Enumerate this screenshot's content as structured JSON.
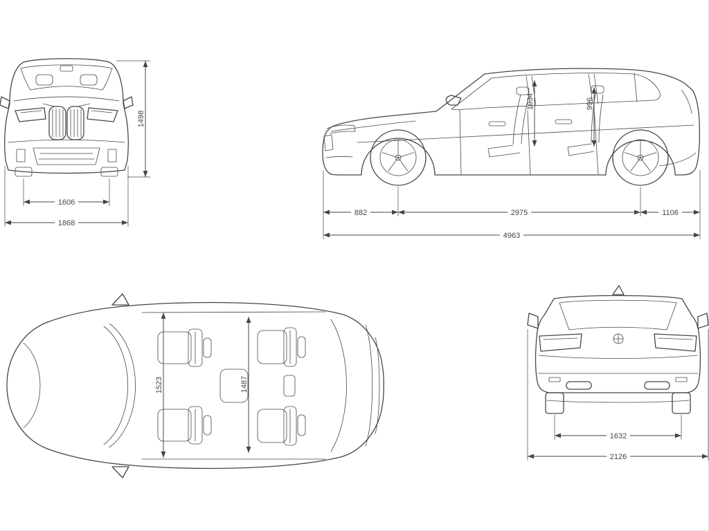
{
  "colors": {
    "line": "#41464c",
    "background": "#ffffff"
  },
  "icons": {
    "badge": "bmw-roundel",
    "antenna": "shark-fin-antenna"
  },
  "views": {
    "front": {
      "name": "front-view",
      "dims": {
        "height": "1498",
        "track_front": "1606",
        "body_width": "1868"
      }
    },
    "side": {
      "name": "side-view",
      "dims": {
        "headroom_front": "1034",
        "headroom_rear": "996",
        "overhang_front": "882",
        "wheelbase": "2975",
        "overhang_rear": "1106",
        "length": "4963"
      }
    },
    "top": {
      "name": "top-view",
      "dims": {
        "shoulder_front": "1523",
        "shoulder_rear": "1487"
      }
    },
    "rear": {
      "name": "rear-view",
      "dims": {
        "track_rear": "1632",
        "width_mirrors": "2126"
      }
    }
  }
}
